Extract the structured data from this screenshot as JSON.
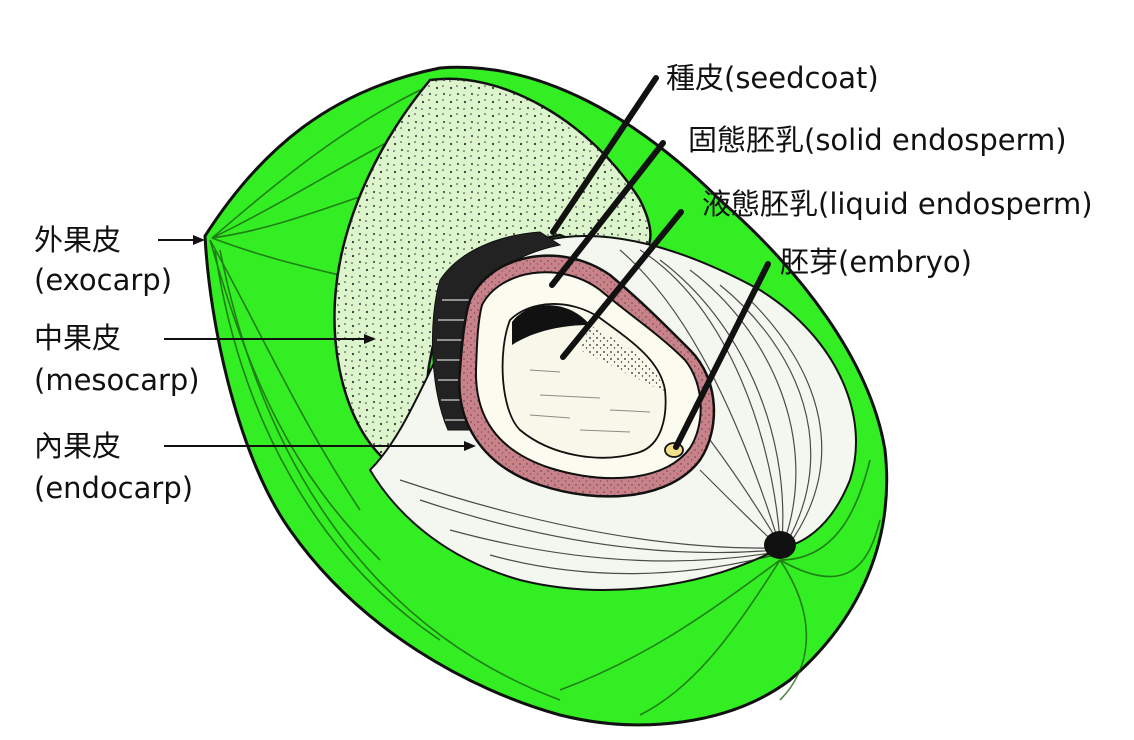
{
  "labels": {
    "seedcoat": "種皮(seedcoat)",
    "solid_endosperm": "固態胚乳(solid endosperm)",
    "liquid_endosperm": "液態胚乳(liquid endosperm)",
    "embryo": "胚芽(embryo)",
    "exocarp_cn": "外果皮",
    "exocarp_en": "(exocarp)",
    "mesocarp_cn": "中果皮",
    "mesocarp_en": "(mesocarp)",
    "endocarp_cn": "內果皮",
    "endocarp_en": "(endocarp)"
  },
  "colors": {
    "exocarp_green": "#33ee22",
    "mesocarp_pale": "#ddf5cc",
    "seedcoat_pink": "#c9828a",
    "endosperm_white": "#fbfbef",
    "embryo_yellow": "#f2e08a",
    "ink": "#111111"
  }
}
